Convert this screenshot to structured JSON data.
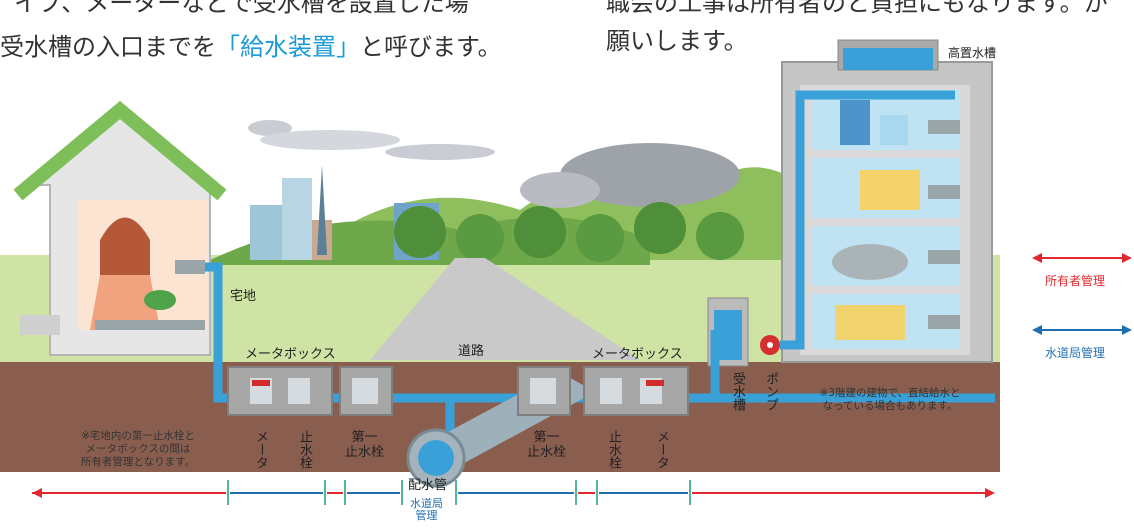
{
  "header": {
    "left_line1_fragment": "イプ、メーターなどで受水槽を設置した場",
    "left_line2_before": "受水槽の入口までを",
    "left_line2_highlight": "「給水装置」",
    "left_line2_after": "と呼びます。",
    "right_line1_fragment": "職会の工事は所有者のと負担にもなります。か",
    "right_line2": "願いします。"
  },
  "labels": {
    "takuchi": "宅地",
    "meter_box_left": "メータボックス",
    "meter_box_right": "メータボックス",
    "road": "道路",
    "koukisuisou": "高置水槽",
    "jusuisou": "受水槽",
    "pump": "ポンプ",
    "meter_left": "メータ",
    "shisuisen_left": "止水栓",
    "daiichi_left": "第一\n止水栓",
    "daiichi_right": "第一\n止水栓",
    "shisuisen_right": "止水栓",
    "meter_right": "メータ",
    "haisuikan": "配水管",
    "suidokyoku_kanri": "水道局\n管理"
  },
  "notes": {
    "left": "※宅地内の第一止水栓と\nメータボックスの間は\n所有者管理となります。",
    "right": "※3階建の建物で、直結給水と\nなっている場合もあります。"
  },
  "legend": {
    "owner": "所有者管理",
    "bureau": "水道局管理"
  },
  "colors": {
    "owner_red": "#e0282e",
    "bureau_blue": "#1f6fb3",
    "highlight_blue": "#1a9ad6",
    "pipe_blue": "#3aa0d8",
    "ground": "#8a5e4f"
  }
}
